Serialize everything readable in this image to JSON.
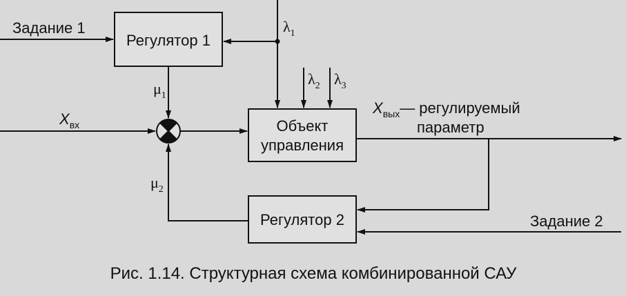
{
  "blocks": {
    "regulator1": "Регулятор 1",
    "object_line1": "Объект",
    "object_line2": "управления",
    "regulator2": "Регулятор 2"
  },
  "inputs": {
    "task1": "Задание 1",
    "task2": "Задание 2",
    "x_in_main": "X",
    "x_in_sub": "вх"
  },
  "output": {
    "x_out_main": "X",
    "x_out_sub": "вых",
    "desc_line1": "— регулируемый",
    "desc_line2": "параметр"
  },
  "signals": {
    "lambda1": "λ",
    "lambda1_sub": "1",
    "lambda2": "λ",
    "lambda2_sub": "2",
    "lambda3": "λ",
    "lambda3_sub": "3",
    "mu1": "μ",
    "mu1_sub": "1",
    "mu2": "μ",
    "mu2_sub": "2"
  },
  "caption": "Рис. 1.14. Структурная схема комбинированной САУ"
}
